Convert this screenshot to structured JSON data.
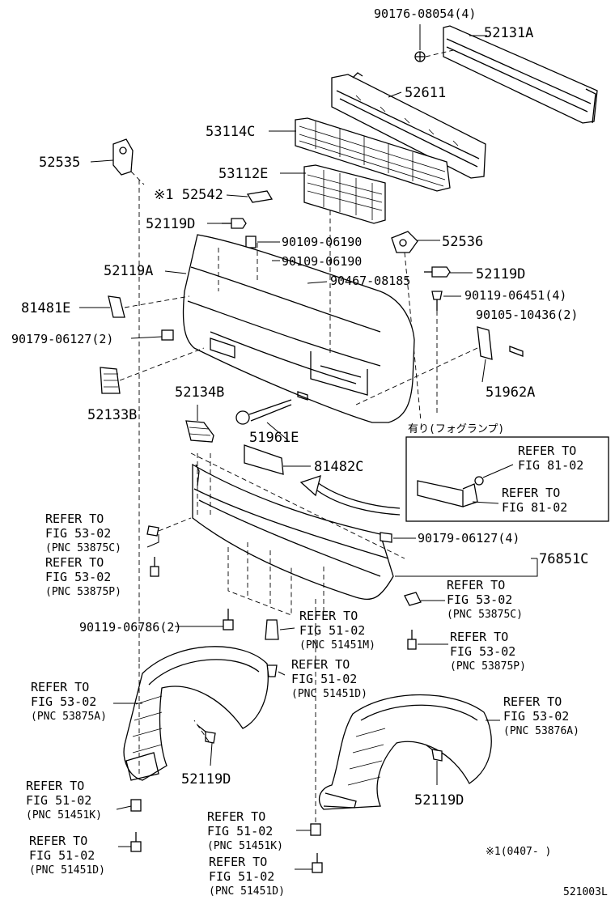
{
  "labels": {
    "p90176": "90176-08054(4)",
    "p52131A": "52131A",
    "p52611": "52611",
    "p53114C": "53114C",
    "p52535": "52535",
    "p53112E": "53112E",
    "p52542": "※1 52542",
    "p52119D_a": "52119D",
    "p90109_a": "90109-06190",
    "p52536": "52536",
    "p52119A": "52119A",
    "p90109_b": "90109-06190",
    "p52119D_b": "52119D",
    "p90467": "90467-08185",
    "p81481E": "81481E",
    "p90119_a": "90119-06451(4)",
    "p90105": "90105-10436(2)",
    "p90179_a": "90179-06127(2)",
    "p52133B": "52133B",
    "p51962A": "51962A",
    "p52134B": "52134B",
    "p51961E": "51961E",
    "fog_note": "有り(フォグランプ)",
    "p81482C": "81482C",
    "p90179_b": "90179-06127(4)",
    "p76851C": "76851C",
    "p90119_b": "90119-06786(2)",
    "p52119D_c": "52119D",
    "p52119D_d": "52119D",
    "footer_note": "※1(0407-    )",
    "diagram_code": "521003L"
  },
  "refs": {
    "fog_a": [
      "REFER TO",
      "FIG 81-02"
    ],
    "fog_b": [
      "REFER TO",
      "FIG 81-02"
    ],
    "r53875C_l": [
      "REFER TO",
      "FIG 53-02",
      "(PNC 53875C)"
    ],
    "r53875P_l": [
      "REFER TO",
      "FIG 53-02",
      "(PNC 53875P)"
    ],
    "r53875C_r": [
      "REFER TO",
      "FIG 53-02",
      "(PNC 53875C)"
    ],
    "r51451M": [
      "REFER TO",
      "FIG 51-02",
      "(PNC 51451M)"
    ],
    "r53875P_r": [
      "REFER TO",
      "FIG 53-02",
      "(PNC 53875P)"
    ],
    "r51451D_m": [
      "REFER TO",
      "FIG 51-02",
      "(PNC 51451D)"
    ],
    "r53875A": [
      "REFER TO",
      "FIG 53-02",
      "(PNC 53875A)"
    ],
    "r53876A": [
      "REFER TO",
      "FIG 53-02",
      "(PNC 53876A)"
    ],
    "r51451K_l": [
      "REFER TO",
      "FIG 51-02",
      "(PNC 51451K)"
    ],
    "r51451D_l": [
      "REFER TO",
      "FIG 51-02",
      "(PNC 51451D)"
    ],
    "r51451K_b": [
      "REFER TO",
      "FIG 51-02",
      "(PNC 51451K)"
    ],
    "r51451D_b": [
      "REFER TO",
      "FIG 51-02",
      "(PNC 51451D)"
    ]
  }
}
